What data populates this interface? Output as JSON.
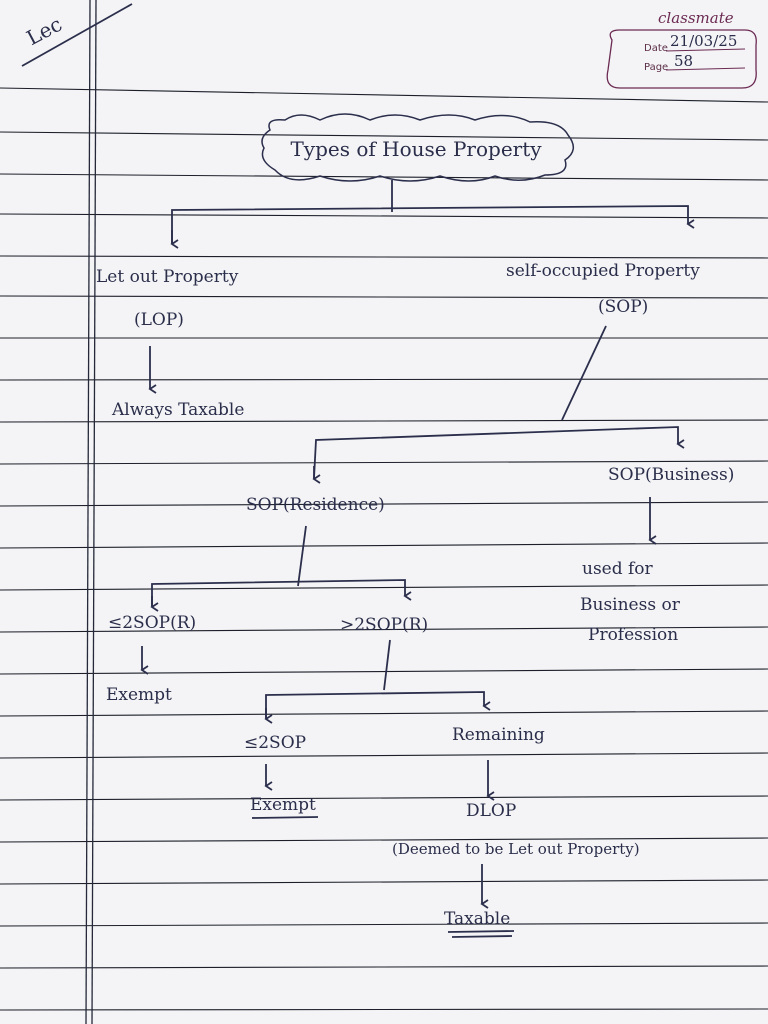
{
  "header": {
    "corner_text": "Lec",
    "brand": "classmate",
    "date_label": "Date",
    "date_value": "21/03/25",
    "page_label": "Page",
    "page_value": "58"
  },
  "diagram": {
    "title": "Types of House Property",
    "lop": {
      "line1": "Let out Property",
      "line2": "(LOP)"
    },
    "always_taxable": "Always Taxable",
    "sop": {
      "line1": "self-occupied Property",
      "line2": "(SOP)"
    },
    "sop_residence": "SOP(Residence)",
    "sop_business": "SOP(Business)",
    "business_use": {
      "line1": "used for",
      "line2": "Business or",
      "line3": "Profession"
    },
    "le2_sop_r": "≤2SOP(R)",
    "gt2_sop_r": ">2SOP(R)",
    "exempt_1": "Exempt",
    "le2_sop": "≤2SOP",
    "remaining": "Remaining",
    "exempt_2": "Exempt",
    "dlop": "DLOP",
    "dlop_full": "(Deemed to be Let out Property)",
    "taxable": "Taxable"
  }
}
